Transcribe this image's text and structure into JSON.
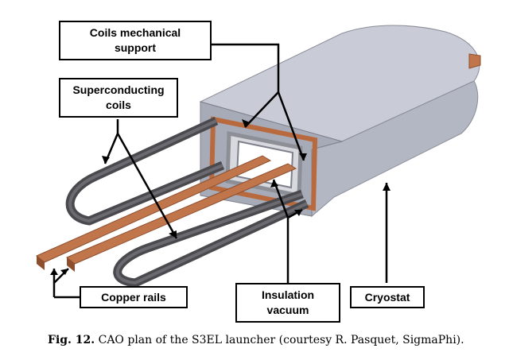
{
  "labels": {
    "coils_support": "Coils mechanical\nsupport",
    "superconducting_coils": "Superconducting\ncoils",
    "copper_rails": "Copper rails",
    "insulation_vacuum": "Insulation\nvacuum",
    "cryostat": "Cryostat"
  },
  "caption": {
    "fig_label": "Fig. 12.",
    "text": "CAO plan of the S3EL launcher (courtesy R. Pasquet, SigmaPhi)."
  },
  "colors": {
    "cryostat_top": "#c9ccd6",
    "cryostat_side": "#b8bcc8",
    "cryostat_face": "#a9adb9",
    "coil": "#4a4a4e",
    "copper": "#c0764a",
    "copper_dark": "#8d4e2e",
    "support_frame": "#8c8f96"
  }
}
